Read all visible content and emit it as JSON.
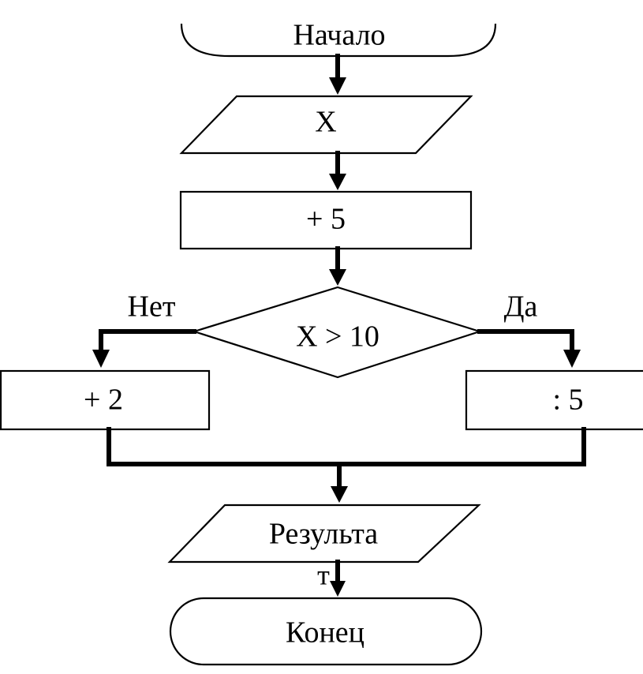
{
  "flowchart": {
    "start": "Начало",
    "input": "X",
    "step_add5": "+ 5",
    "decision": "X > 10",
    "branch_no": "Нет",
    "branch_yes": "Да",
    "step_add2": "+ 2",
    "step_div5": ": 5",
    "output_part1": "Результа",
    "output_part2": "т",
    "end": "Конец"
  }
}
